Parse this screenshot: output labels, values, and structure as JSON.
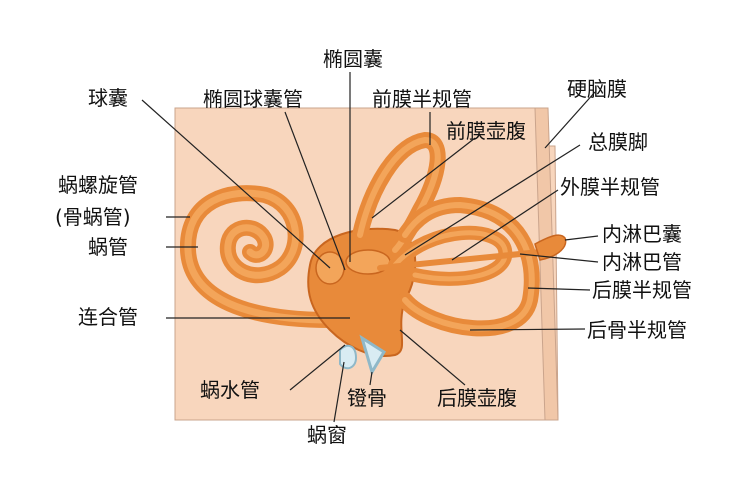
{
  "labels": {
    "tuoyuannang": "椭圆囊",
    "qiunang": "球囊",
    "tuoyuanqiunangguan": "椭圆球囊管",
    "qianmobanguiguan": "前膜半规管",
    "yingnaomo": "硬脑膜",
    "qianmohufu": "前膜壶腹",
    "zongmojiao": "总膜脚",
    "woluoxuanguan": "蜗螺旋管",
    "guwoguan": "(骨蜗管)",
    "waimobanguiguan": "外膜半规管",
    "woguan": "蜗管",
    "neilinbanang": "内淋巴囊",
    "neilinbaguan": "内淋巴管",
    "houmobanguiguan": "后膜半规管",
    "lianheguan": "连合管",
    "houguanbanguiguan": "后骨半规管",
    "woshuiguan": "蜗水管",
    "denggu": "镫骨",
    "houmohufu": "后膜壶腹",
    "wochuang": "蜗窗"
  },
  "colors": {
    "bone_block": "#f8d6bd",
    "bony_canal": "#e88a3a",
    "canal_dark": "#c9661f",
    "membrane": "#f3a55a",
    "stapes": "#d9ecf3",
    "leader": "#222222"
  }
}
